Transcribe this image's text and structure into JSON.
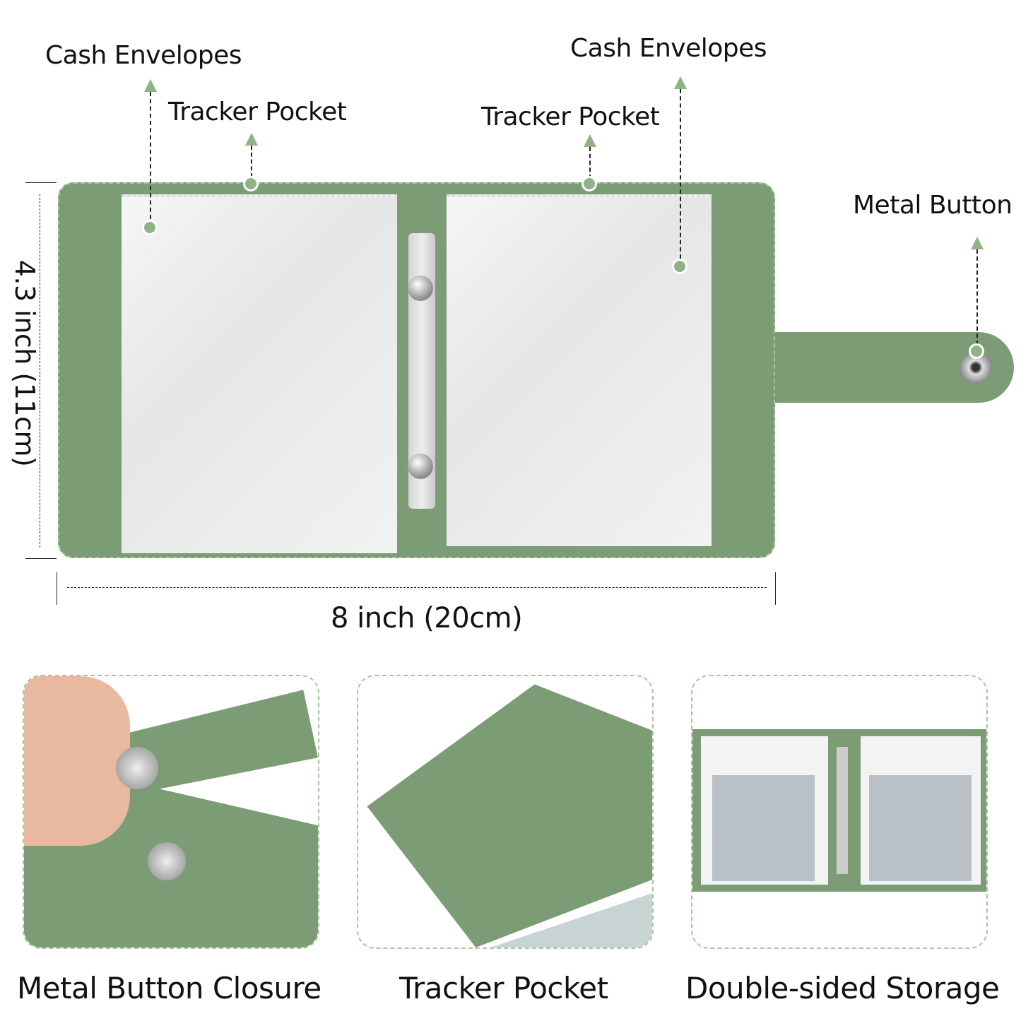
{
  "callouts": {
    "cash_envelopes_left": "Cash Envelopes",
    "tracker_pocket_left": "Tracker Pocket",
    "tracker_pocket_right": "Tracker Pocket",
    "cash_envelopes_right": "Cash Envelopes",
    "metal_button": "Metal Button"
  },
  "dimensions": {
    "height": "4.3 inch (11cm)",
    "width": "8 inch (20cm)"
  },
  "panels": [
    {
      "caption": "Metal Button  Closure"
    },
    {
      "caption": "Tracker Pocket"
    },
    {
      "caption": "Double-sided Storage"
    }
  ],
  "colors": {
    "accent": "#8fb287",
    "wallet_green": "#7c9c76"
  }
}
